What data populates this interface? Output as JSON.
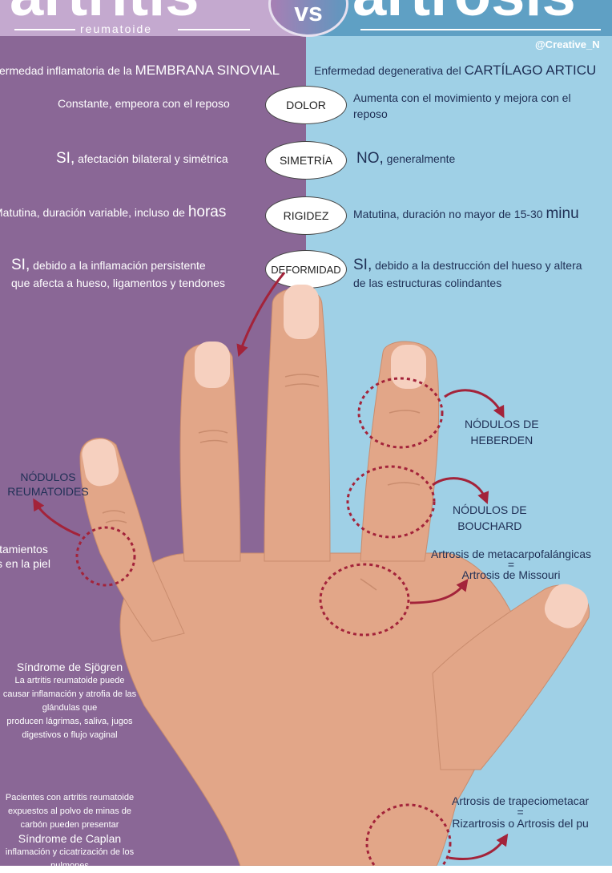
{
  "header": {
    "left_title": "artritis",
    "left_subtitle": "reumatoide",
    "vs": "vs",
    "right_title": "artrosis",
    "credit": "@Creative_N"
  },
  "definitions": {
    "left": {
      "pre": "Enfermedad inflamatoria de la ",
      "em": "MEMBRANA SINOVIAL"
    },
    "right": {
      "pre": "Enfermedad degenerativa del ",
      "em": "CARTÍLAGO ARTICU"
    }
  },
  "criteria": [
    {
      "label": "DOLOR",
      "left": {
        "em": "",
        "text": "Constante, empeora con el reposo",
        "em_after": ""
      },
      "right": {
        "em": "",
        "line1": "Aumenta con el movimiento y mejora con el",
        "line2": "reposo"
      }
    },
    {
      "label": "SIMETRÍA",
      "left": {
        "em": "SI,",
        "text": " afectación bilateral y simétrica"
      },
      "right": {
        "em": "NO,",
        "line1": " generalmente",
        "line2": ""
      }
    },
    {
      "label": "RIGIDEZ",
      "left": {
        "text": "Matutina, duración variable, incluso de ",
        "em_after": "horas"
      },
      "right": {
        "line1": "Matutina, duración no mayor de 15-30 ",
        "em_after": "minu"
      }
    },
    {
      "label": "DEFORMIDAD",
      "left": {
        "em": "SI,",
        "line1": " debido a la inflamación persistente",
        "line2": "que afecta a hueso, ligamentos y tendones"
      },
      "right": {
        "em": "SI,",
        "line1": " debido a la destrucción del hueso y altera",
        "line2": "de las estructuras colindantes"
      }
    }
  ],
  "labels": {
    "heberden": [
      "NÓDULOS DE",
      "HEBERDEN"
    ],
    "bouchard": [
      "NÓDULOS DE",
      "BOUCHARD"
    ],
    "metacarpo": [
      "Artrosis de metacarpofalángicas",
      "=",
      "Artrosis de Missouri"
    ],
    "trapecio": [
      "Artrosis de trapeciometacar",
      "=",
      "Rizartrosis o Artrosis del pu"
    ],
    "reumatoides": [
      "NÓDULOS",
      "REUMATOIDES"
    ],
    "abultamientos": [
      "Abultamientos",
      "duros en la piel"
    ],
    "sjogren": [
      "Síndrome de Sjögren",
      "La artritis reumatoide puede",
      "causar inflamación y atrofia de las",
      "glándulas que",
      "producen lágrimas, saliva, jugos",
      "digestivos o flujo vaginal"
    ],
    "caplan": [
      "Pacientes con artritis reumatoide",
      "expuestos al polvo de minas de",
      "carbón pueden presentar",
      "Síndrome de Caplan",
      "inflamación y cicatrización de los",
      "pulmones"
    ]
  },
  "colors": {
    "left_bg": "#8a6796",
    "right_bg": "#9fd0e6",
    "skin": "#e2a688",
    "nail": "#f6d0bf",
    "accent": "#a3233a"
  }
}
